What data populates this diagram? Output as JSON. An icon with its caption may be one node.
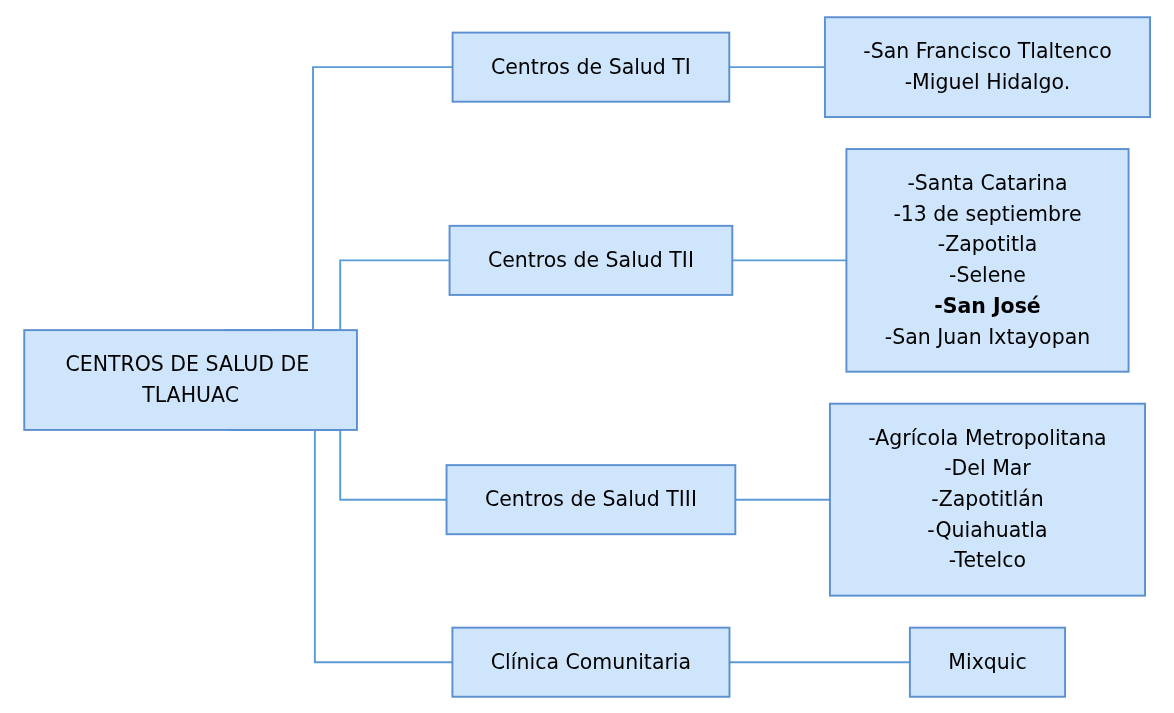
{
  "diagram": {
    "nodes": [
      {
        "text": [
          "CENTROS DE SALUD DE TLAHUAC"
        ]
      },
      {
        "text": [
          "Centros de Salud TI"
        ]
      },
      {
        "text": [
          "-San Francisco Tlaltenco",
          "-Miguel Hidalgo."
        ]
      },
      {
        "text": [
          "Centros de Salud TII"
        ]
      },
      {
        "text": [
          "-Santa Catarina",
          "-13 de septiembre",
          "-Zapotitla",
          "-Selene",
          "**-San José**",
          "-San Juan Ixtayopan"
        ]
      },
      {
        "text": [
          "Centros de Salud TIII"
        ]
      },
      {
        "text": [
          "-Agrícola Metropolitana",
          "-Del Mar",
          "-Zapotitlán",
          "-Quiahuatla",
          "-Tetelco"
        ]
      },
      {
        "text": [
          "Clínica Comunitaria"
        ]
      },
      {
        "text": [
          "Mixquic"
        ]
      }
    ],
    "edges": [
      {
        "from": 0,
        "to": 1,
        "arrow": "none"
      },
      {
        "from": 0,
        "to": 3,
        "arrow": "none"
      },
      {
        "from": 0,
        "to": 5,
        "arrow": "none"
      },
      {
        "from": 0,
        "to": 7,
        "arrow": "none"
      },
      {
        "from": 1,
        "to": 2,
        "arrow": "none"
      },
      {
        "from": 3,
        "to": 4,
        "arrow": "none"
      },
      {
        "from": 5,
        "to": 6,
        "arrow": "none"
      },
      {
        "from": 7,
        "to": 8,
        "arrow": "none"
      }
    ]
  }
}
